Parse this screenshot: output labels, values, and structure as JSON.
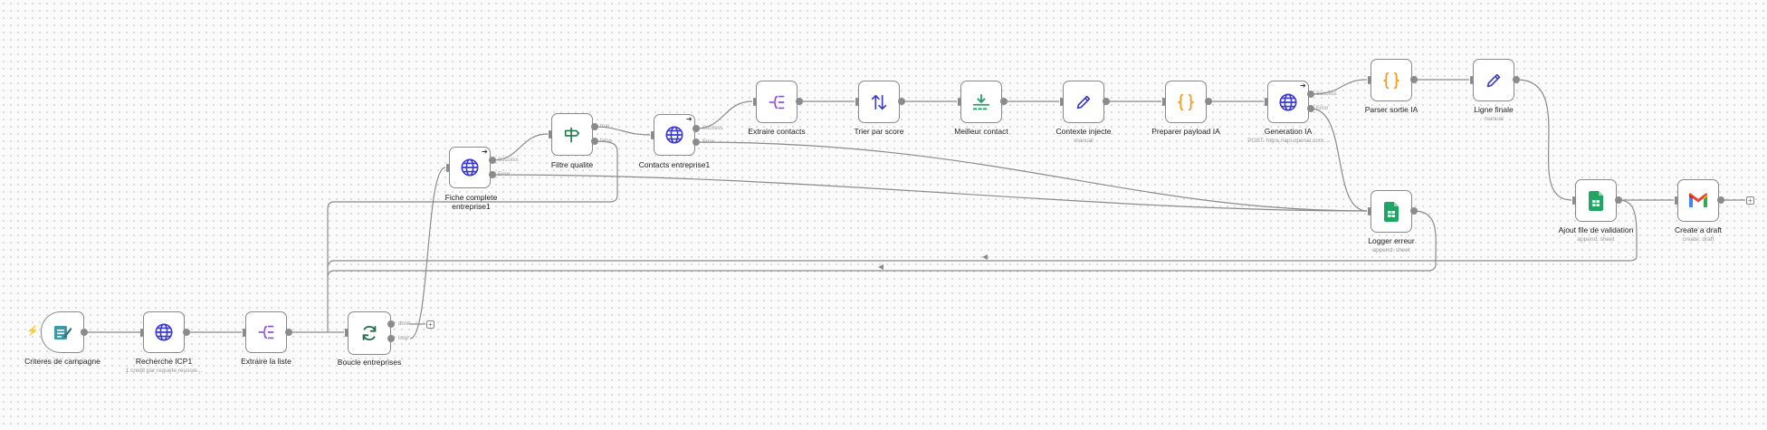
{
  "nodes": {
    "criteres": {
      "label": "Criteres de campagne"
    },
    "recherche": {
      "label": "Recherche ICP1",
      "sub": "1 credit par requete reussie..."
    },
    "extraire_liste": {
      "label": "Extraire la liste"
    },
    "boucle": {
      "label": "Boucle entreprises",
      "outputs": [
        "done",
        "loop"
      ]
    },
    "fiche": {
      "label": "Fiche complete entreprise1",
      "outputs": [
        "Success",
        "Error"
      ]
    },
    "filtre": {
      "label": "Filtre qualite",
      "outputs": [
        "true",
        "false"
      ]
    },
    "contacts": {
      "label": "Contacts entreprise1",
      "outputs": [
        "Success",
        "Error"
      ]
    },
    "extraire_contacts": {
      "label": "Extraire contacts"
    },
    "trier": {
      "label": "Trier par score"
    },
    "meilleur": {
      "label": "Meilleur contact"
    },
    "contexte": {
      "label": "Contexte injecte",
      "sub": "manual"
    },
    "preparer": {
      "label": "Preparer payload IA"
    },
    "generation": {
      "label": "Generation IA",
      "sub": "POST: https://api.openai.com...",
      "outputs": [
        "Success",
        "Error"
      ]
    },
    "parser": {
      "label": "Parser sortie IA"
    },
    "ligne": {
      "label": "Ligne finale",
      "sub": "manual"
    },
    "logger": {
      "label": "Logger erreur",
      "sub": "append: sheet"
    },
    "ajout": {
      "label": "Ajout file de validation",
      "sub": "append: sheet"
    },
    "draft": {
      "label": "Create a draft",
      "sub": "create: draft"
    }
  },
  "plus_symbol": "+",
  "colors": {
    "edge": "#8b8b8b",
    "globe": "#3a3ad0",
    "split": "#8a52d9",
    "code": "#f29d1f",
    "sheets": "#21a464",
    "trigger_bolt": "#ff6d5a"
  }
}
